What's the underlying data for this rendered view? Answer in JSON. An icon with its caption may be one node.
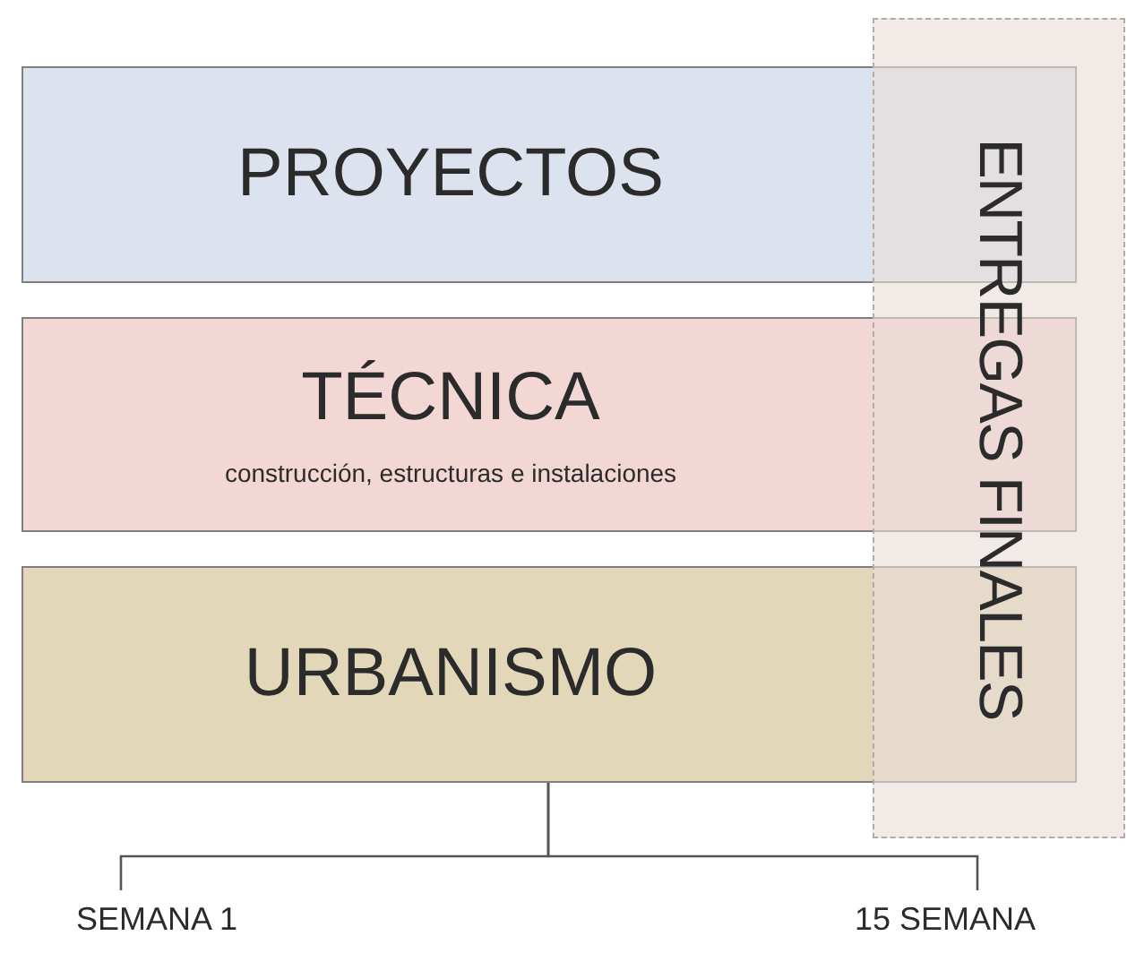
{
  "diagram": {
    "nodes": [
      {
        "text": [
          "PROYECTOS"
        ]
      },
      {
        "text": [
          "TÉCNICA",
          "construcción, estructuras e instalaciones"
        ]
      },
      {
        "text": [
          "URBANISMO"
        ]
      },
      {
        "text": [
          "ENTREGAS FINALES"
        ]
      },
      {
        "text": [
          "SEMANA 1"
        ]
      },
      {
        "text": [
          "15 SEMANA"
        ]
      }
    ],
    "edges": [
      {
        "from": 2,
        "to": 4,
        "arrow": "none"
      },
      {
        "from": 2,
        "to": 5,
        "arrow": "none"
      }
    ]
  }
}
